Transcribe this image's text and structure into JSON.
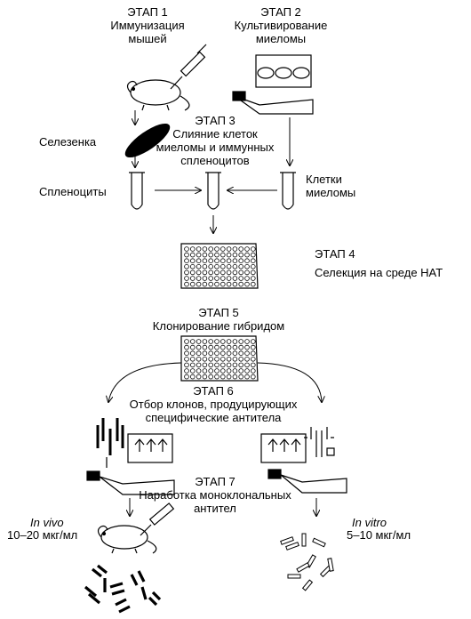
{
  "stage1": {
    "title": "ЭТАП 1",
    "text": "Иммунизация\nмышей"
  },
  "stage2": {
    "title": "ЭТАП 2",
    "text": "Культивирование\nмиеломы"
  },
  "stage3": {
    "title": "ЭТАП 3",
    "text": "Слияние клеток\nмиеломы и иммунных\nспленоцитов"
  },
  "stage4": {
    "title": "ЭТАП 4",
    "text": "Селекция на среде HAT"
  },
  "stage5": {
    "title": "ЭТАП 5",
    "text": "Клонирование гибридом"
  },
  "stage6": {
    "title": "ЭТАП 6",
    "text": "Отбор клонов, продуцирующих\nспецифические антитела"
  },
  "stage7": {
    "title": "ЭТАП 7",
    "text": "Наработка моноклональных\nантител"
  },
  "labels": {
    "spleen": "Селезенка",
    "splenocytes": "Спленоциты",
    "myeloma_cells": "Клетки\nмиеломы",
    "in_vivo": "In vivo",
    "in_vivo_yield": "10–20 мкг/мл",
    "in_vitro": "In vitro",
    "in_vitro_yield": "5–10 мкг/мл"
  }
}
